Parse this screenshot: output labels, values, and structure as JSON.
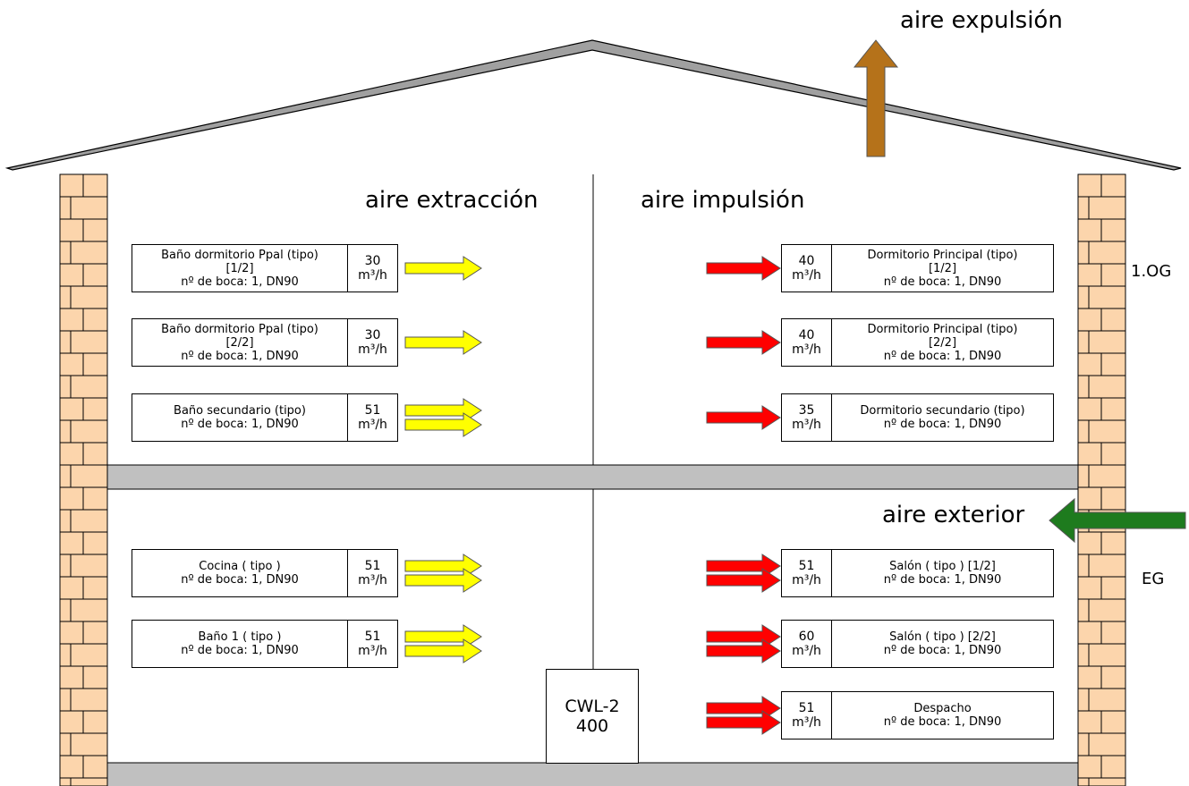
{
  "labels": {
    "expulsion": "aire expulsión",
    "extraccion": "aire extracción",
    "impulsion": "aire impulsión",
    "exterior": "aire exterior",
    "floor_upper": "1.OG",
    "floor_lower": "EG"
  },
  "unit": {
    "line1": "CWL-2",
    "line2": "400"
  },
  "extract_rooms": [
    {
      "name_lines": [
        "Baño dormitorio Ppal (tipo)",
        "[1/2]"
      ],
      "outlet": "nº de boca: 1, DN90",
      "flow": "30",
      "unit": "m³/h",
      "arrows": 1
    },
    {
      "name_lines": [
        "Baño dormitorio Ppal (tipo)",
        "[2/2]"
      ],
      "outlet": "nº de boca: 1, DN90",
      "flow": "30",
      "unit": "m³/h",
      "arrows": 1
    },
    {
      "name_lines": [
        "Baño secundario (tipo)"
      ],
      "outlet": "nº de boca: 1, DN90",
      "flow": "51",
      "unit": "m³/h",
      "arrows": 2
    },
    {
      "name_lines": [
        "Cocina ( tipo )"
      ],
      "outlet": "nº de boca: 1, DN90",
      "flow": "51",
      "unit": "m³/h",
      "arrows": 2
    },
    {
      "name_lines": [
        "Baño 1 ( tipo )"
      ],
      "outlet": "nº de boca: 1, DN90",
      "flow": "51",
      "unit": "m³/h",
      "arrows": 2
    }
  ],
  "supply_rooms": [
    {
      "name_lines": [
        "Dormitorio Principal (tipo)",
        "[1/2]"
      ],
      "outlet": "nº de boca: 1, DN90",
      "flow": "40",
      "unit": "m³/h",
      "arrows": 1
    },
    {
      "name_lines": [
        "Dormitorio Principal (tipo)",
        "[2/2]"
      ],
      "outlet": "nº de boca: 1, DN90",
      "flow": "40",
      "unit": "m³/h",
      "arrows": 1
    },
    {
      "name_lines": [
        "Dormitorio secundario (tipo)"
      ],
      "outlet": "nº de boca: 1, DN90",
      "flow": "35",
      "unit": "m³/h",
      "arrows": 1
    },
    {
      "name_lines": [
        "Salón  ( tipo ) [1/2]"
      ],
      "outlet": "nº de boca: 1, DN90",
      "flow": "51",
      "unit": "m³/h",
      "arrows": 2
    },
    {
      "name_lines": [
        "Salón  ( tipo ) [2/2]"
      ],
      "outlet": "nº de boca: 1, DN90",
      "flow": "60",
      "unit": "m³/h",
      "arrows": 2
    },
    {
      "name_lines": [
        "Despacho"
      ],
      "outlet": "nº de boca: 1, DN90",
      "flow": "51",
      "unit": "m³/h",
      "arrows": 2
    }
  ],
  "colors": {
    "extract_arrow": "#ffff00",
    "supply_arrow": "#ff0000",
    "expulsion_arrow": "#b5721a",
    "exterior_arrow": "#1e7b1e",
    "brick": "#fcd5ac",
    "slab": "#c0c0c0",
    "roof": "#a0a0a0"
  }
}
